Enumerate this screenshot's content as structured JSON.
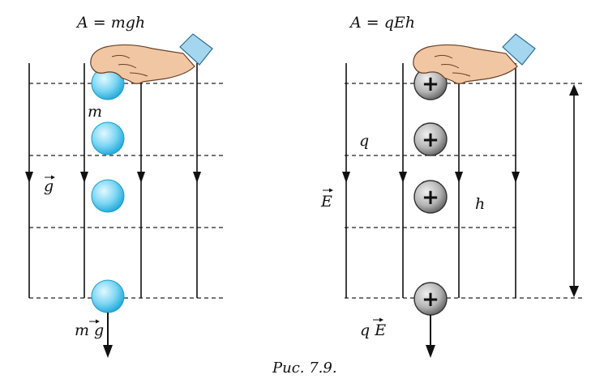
{
  "formulas": {
    "left": "A = mgh",
    "right": "A = qEh"
  },
  "labels": {
    "mass": "m",
    "g_vector": "g",
    "weight": "m g",
    "charge": "q",
    "e_vector": "E",
    "height": "h",
    "force": "q E"
  },
  "charge_sign": "+",
  "caption": "Рис.  7.9.",
  "colors": {
    "ball_light": "#d8f4ff",
    "ball_mid": "#6fd2f2",
    "ball_dark": "#1aa6d6",
    "charge_light": "#e6e6e6",
    "charge_dark": "#6e6e6e",
    "hand_skin": "#f0c7a4",
    "sleeve": "#9fd3ee"
  },
  "icons": [
    "hand-icon"
  ]
}
